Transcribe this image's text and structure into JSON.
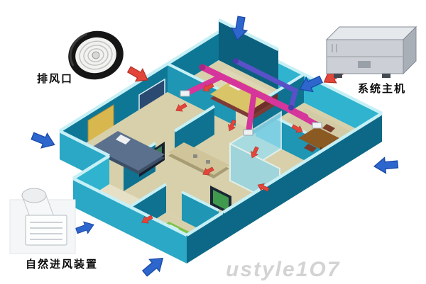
{
  "diagram": {
    "title": "home-fresh-air-ventilation-system",
    "labels": {
      "exhaust_outlet": "排风口",
      "system_unit": "系统主机",
      "natural_intake": "自然进风装置"
    },
    "watermark": "ustyle1O7",
    "colors": {
      "background": "#ffffff",
      "wall_bright": "#2aa8c6",
      "wall_mid": "#1e96b4",
      "wall_dark": "#0c6886",
      "wall_top": "#c6f0f6",
      "floor": "#d7d0ab",
      "duct_pink": "#d6359b",
      "duct_purple": "#5a51c8",
      "arrow_blue": "#2d66cc",
      "arrow_red": "#e2453a",
      "glass": "#9adfef"
    }
  }
}
